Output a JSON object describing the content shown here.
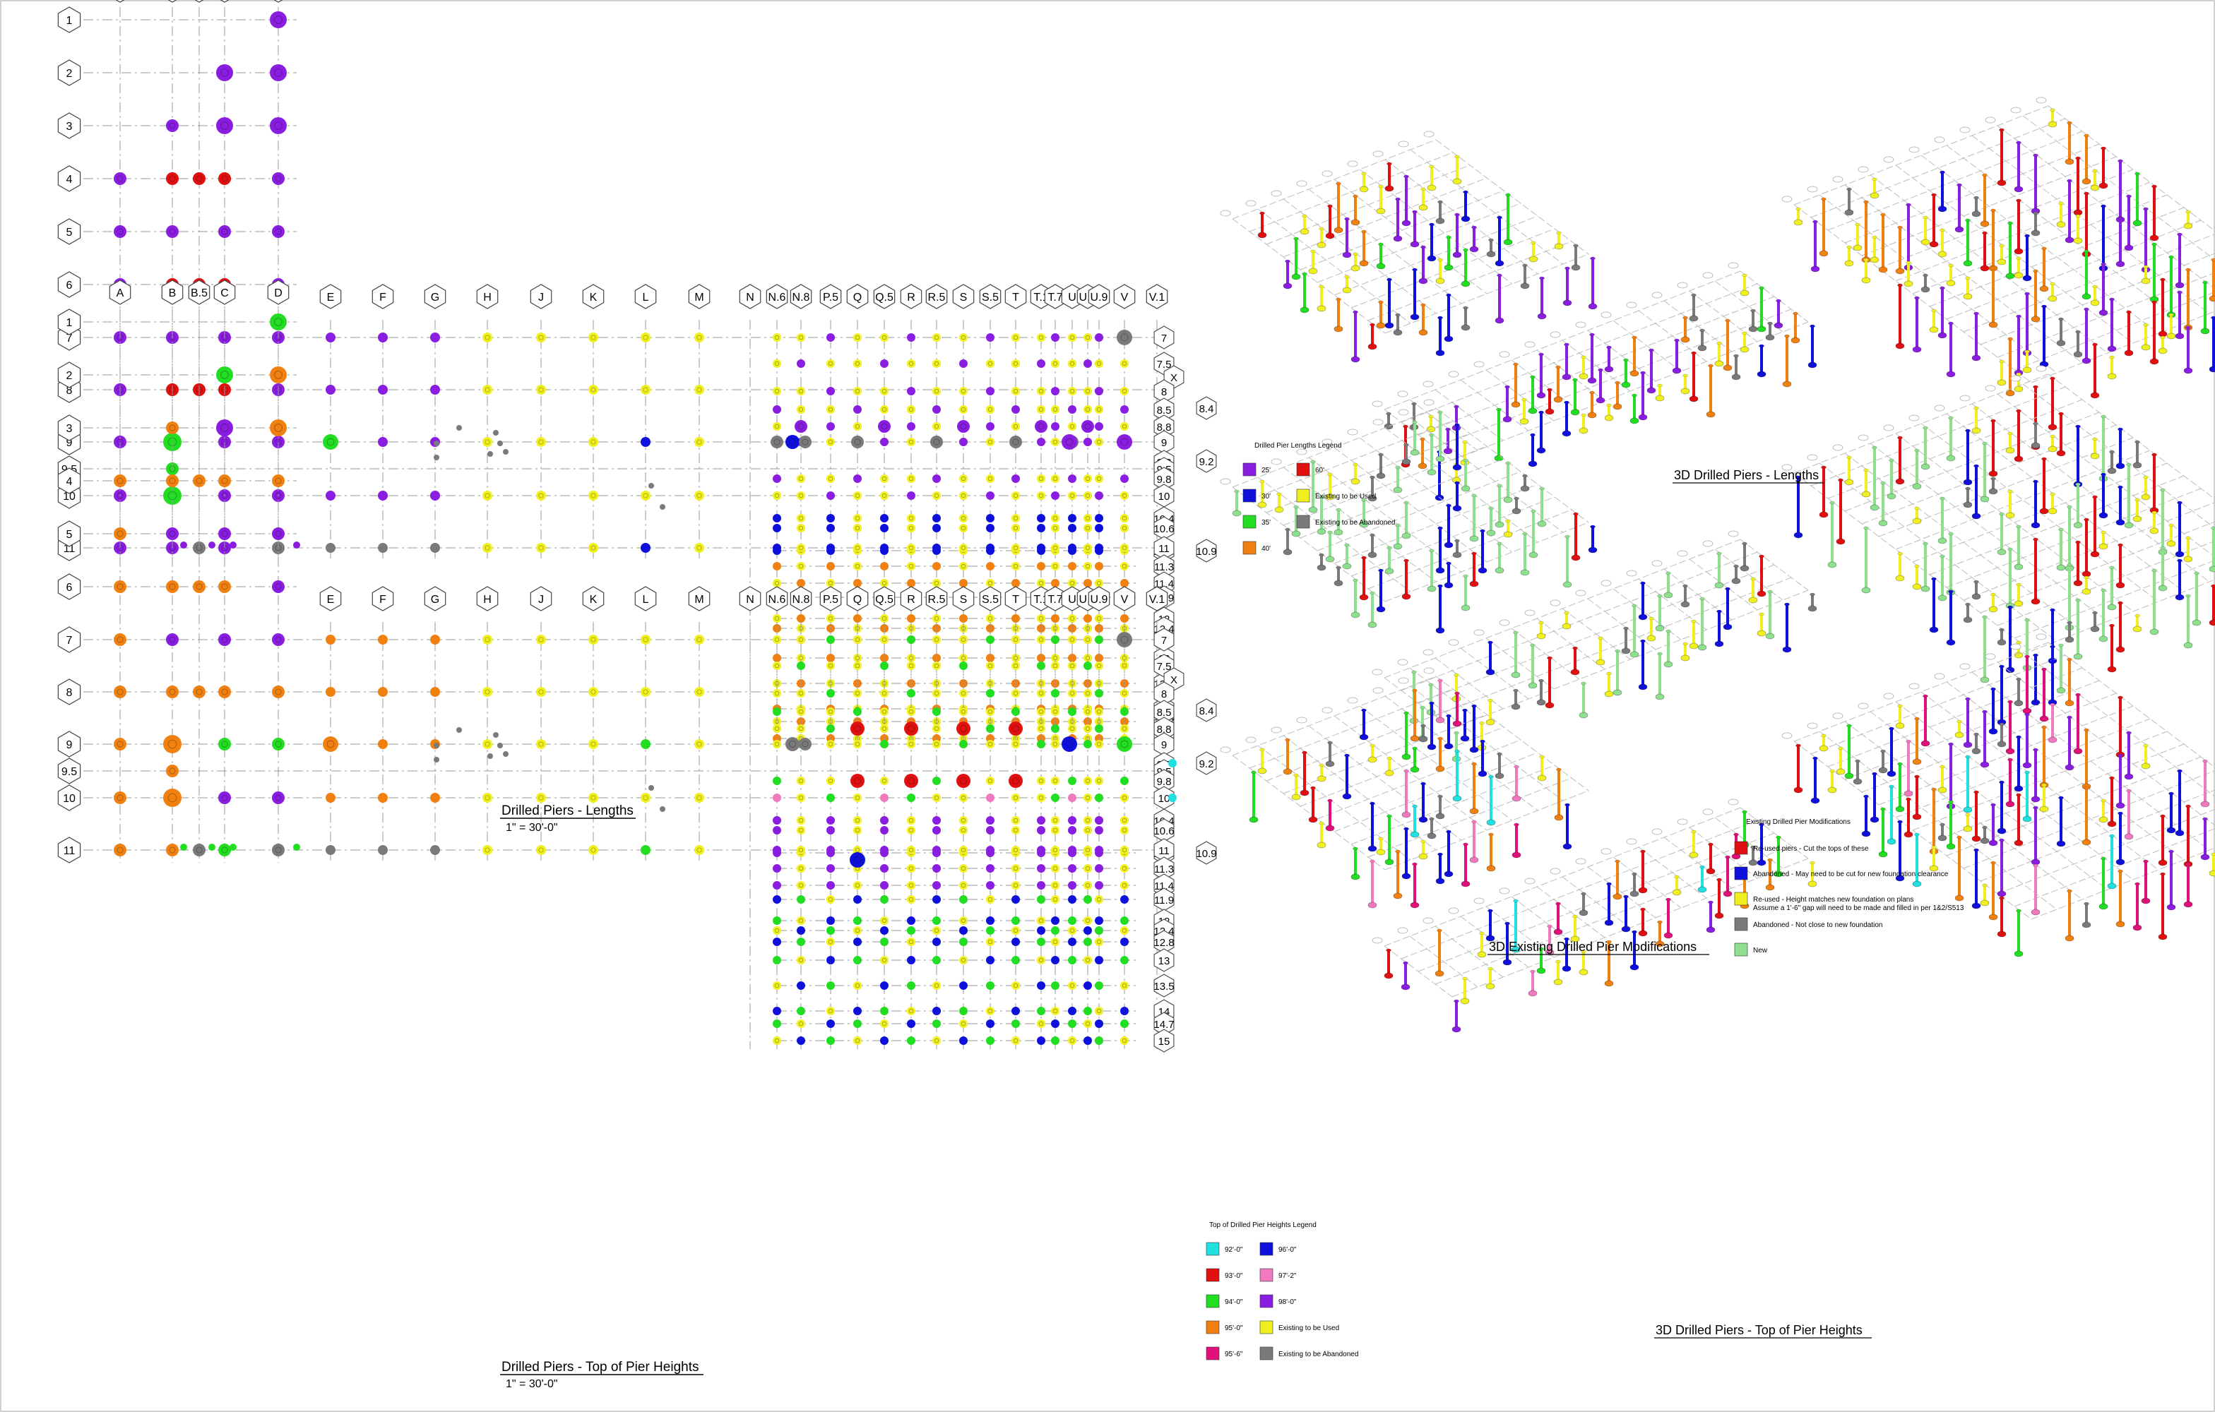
{
  "plan_lengths": {
    "title": "Drilled Piers - Lengths",
    "scale": "1\" = 30'-0\""
  },
  "plan_heights": {
    "title": "Drilled Piers - Top of Pier Heights",
    "scale": "1\" = 30'-0\""
  },
  "grid": {
    "cols_left": [
      "A",
      "B",
      "B.5",
      "C",
      "D"
    ],
    "cols_mid": [
      "E",
      "F",
      "G",
      "H",
      "J",
      "K",
      "L",
      "M"
    ],
    "cols_right": [
      "N",
      "N.6",
      "N.8",
      "P.5",
      "Q",
      "Q.5",
      "R",
      "R.5",
      "S",
      "S.5",
      "T",
      "T.1",
      "T.7",
      "U",
      "U.3",
      "U.9",
      "V",
      "V.1"
    ],
    "rows_left": [
      "1",
      "2",
      "3",
      "4",
      "5",
      "6",
      "7",
      "8",
      "9",
      "9.5",
      "10",
      "11"
    ],
    "rows_right": [
      "7",
      "7.5",
      "X",
      "8",
      "8.4",
      "8.5",
      "8.8",
      "9",
      "9.2",
      "9.3",
      "9.5",
      "9.8",
      "10",
      "10.4",
      "10.6",
      "10.8",
      "10.9",
      "11",
      "11.3",
      "11.4",
      "11.9",
      "12",
      "12.4",
      "12.8",
      "13",
      "13.5",
      "14",
      "14.7",
      "15"
    ]
  },
  "colors": {
    "purple": "#8a1ee0",
    "red": "#e01010",
    "green": "#22dd22",
    "orange": "#f08010",
    "yellow": "#f0f020",
    "gray": "#7a7a7a",
    "blue": "#1010dd",
    "cyan": "#20e0e0",
    "magenta": "#e0107a",
    "pink": "#f07ac0",
    "lightgreen": "#8ee08e"
  },
  "legend_lengths": {
    "title": "Drilled Pier Lengths Legend",
    "items": [
      {
        "label": "25'",
        "color": "#8a1ee0"
      },
      {
        "label": "60'",
        "color": "#e01010"
      },
      {
        "label": "30'",
        "color": "#1010dd"
      },
      {
        "label": "Existing to be Used",
        "color": "#f0f020"
      },
      {
        "label": "35'",
        "color": "#22dd22"
      },
      {
        "label": "Existing to be Abandoned",
        "color": "#7a7a7a"
      },
      {
        "label": "40'",
        "color": "#f08010"
      }
    ]
  },
  "legend_mods": {
    "title": "Existing Drilled Pier Modifications",
    "items": [
      {
        "label": "Re-used piers - Cut the tops of these",
        "label2": "",
        "color": "#e01010"
      },
      {
        "label": "Abandoned - May need to be cut for new foundation clearance",
        "label2": "",
        "color": "#1010dd"
      },
      {
        "label": "Re-used - Height matches new foundation on plans",
        "label2": "Assume a 1'-6\" gap will need to be made and filled in per 1&2/S513",
        "color": "#f0f020"
      },
      {
        "label": "Abandoned - Not close to new foundation",
        "label2": "",
        "color": "#7a7a7a"
      },
      {
        "label": "New",
        "label2": "",
        "color": "#8ee08e"
      }
    ]
  },
  "legend_heights": {
    "title": "Top of Drilled Pier Heights Legend",
    "items": [
      {
        "label": "92'-0\"",
        "color": "#20e0e0"
      },
      {
        "label": "96'-0\"",
        "color": "#1010dd"
      },
      {
        "label": "93'-0\"",
        "color": "#e01010"
      },
      {
        "label": "97'-2\"",
        "color": "#f07ac0"
      },
      {
        "label": "94'-0\"",
        "color": "#22dd22"
      },
      {
        "label": "98'-0\"",
        "color": "#8a1ee0"
      },
      {
        "label": "95'-0\"",
        "color": "#f08010"
      },
      {
        "label": "Existing to be Used",
        "color": "#f0f020"
      },
      {
        "label": "95'-6\"",
        "color": "#e0107a"
      },
      {
        "label": "Existing to be Abandoned",
        "color": "#7a7a7a"
      }
    ]
  },
  "view_titles": {
    "lengths_3d": "3D Drilled Piers - Lengths",
    "mods_3d": "3D Existing Drilled Pier Modifications",
    "heights_3d": "3D Drilled Piers - Top of Pier Heights"
  }
}
